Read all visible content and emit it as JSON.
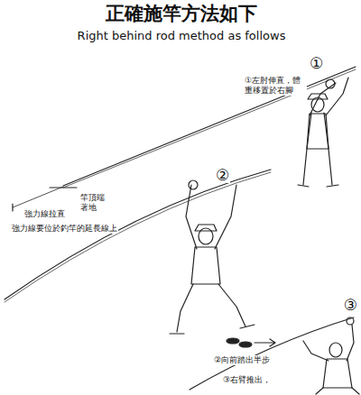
{
  "diagram": {
    "title": "正確施竿方法如下",
    "labels": [
      "Right behind rod method as follows",
      "①左肘伸直，體重移置於右腳",
      "①",
      "竿頂端著地",
      "強力線拉直",
      "強力線要位於釣竿的延長線上",
      "②",
      "②向前踏出半步",
      "③",
      "③右臂推出，"
    ]
  }
}
